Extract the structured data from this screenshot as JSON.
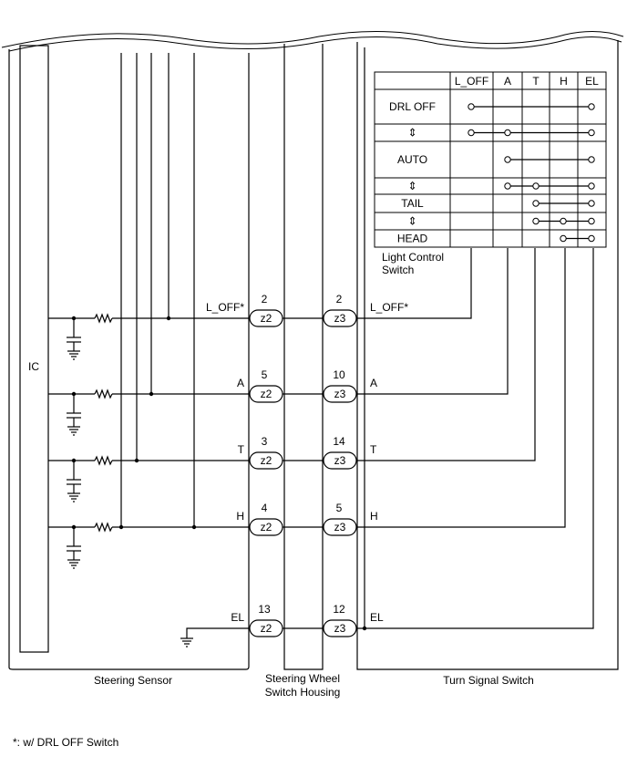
{
  "ic_label": "IC",
  "wires": [
    {
      "left_name": "L_OFF*",
      "right_name": "L_OFF*",
      "z2_pin": "2",
      "z3_pin": "2",
      "z2_label": "z2",
      "z3_label": "z3"
    },
    {
      "left_name": "A",
      "right_name": "A",
      "z2_pin": "5",
      "z3_pin": "10",
      "z2_label": "z2",
      "z3_label": "z3"
    },
    {
      "left_name": "T",
      "right_name": "T",
      "z2_pin": "3",
      "z3_pin": "14",
      "z2_label": "z2",
      "z3_label": "z3"
    },
    {
      "left_name": "H",
      "right_name": "H",
      "z2_pin": "4",
      "z3_pin": "5",
      "z2_label": "z2",
      "z3_label": "z3"
    },
    {
      "left_name": "EL",
      "right_name": "EL",
      "z2_pin": "13",
      "z3_pin": "12",
      "z2_label": "z2",
      "z3_label": "z3"
    }
  ],
  "table": {
    "columns": [
      "L_OFF",
      "A",
      "T",
      "H",
      "EL"
    ],
    "rows": [
      "DRL OFF",
      "⇕",
      "AUTO",
      "⇕",
      "TAIL",
      "⇕",
      "HEAD"
    ],
    "caption_line1": "Light Control",
    "caption_line2": "Switch"
  },
  "components": {
    "steering_sensor": "Steering Sensor",
    "housing_line1": "Steering Wheel",
    "housing_line2": "Switch Housing",
    "turn_signal_switch": "Turn Signal Switch"
  },
  "footnote": "*: w/ DRL OFF Switch"
}
